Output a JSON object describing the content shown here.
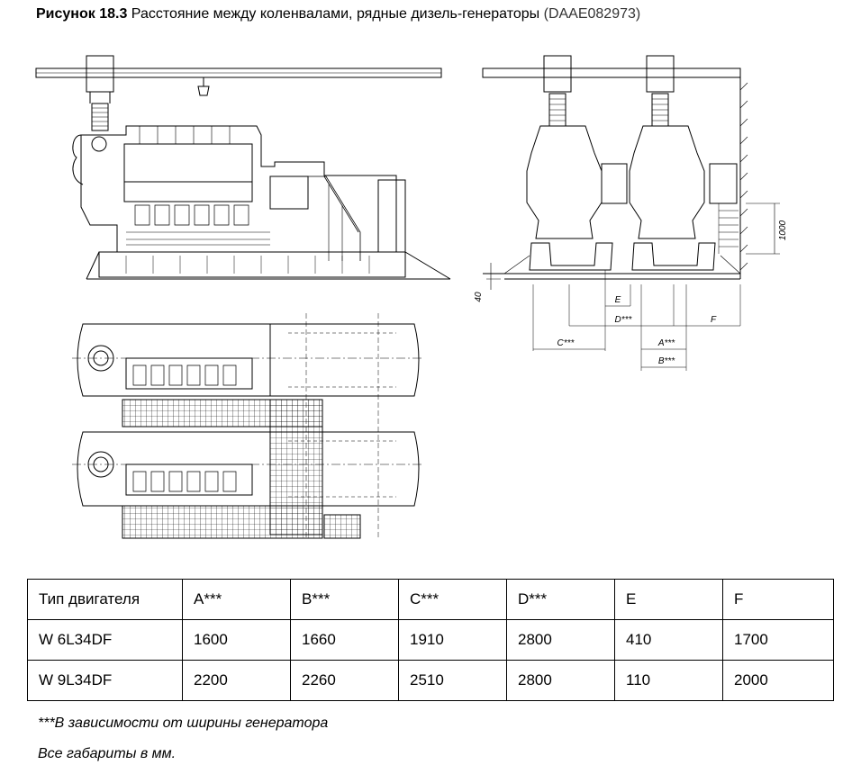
{
  "caption": {
    "figure": "Рисунок 18.3",
    "title": "Расстояние между коленвалами, рядные дизель-генераторы",
    "code": "(DAAE082973)"
  },
  "drawing_labels": {
    "dim_1000": "1000",
    "dim_40": "40",
    "e": "E",
    "d": "D***",
    "f": "F",
    "c": "C***",
    "a": "A***",
    "b": "B***"
  },
  "table": {
    "headers": [
      "Тип двигателя",
      "A***",
      "B***",
      "C***",
      "D***",
      "E",
      "F"
    ],
    "rows": [
      [
        "W 6L34DF",
        "1600",
        "1660",
        "1910",
        "2800",
        "410",
        "1700"
      ],
      [
        "W 9L34DF",
        "2200",
        "2260",
        "2510",
        "2800",
        "110",
        "2000"
      ]
    ]
  },
  "notes": {
    "footnote": "***В зависимости от ширины генератора",
    "units": "Все габариты в мм."
  }
}
